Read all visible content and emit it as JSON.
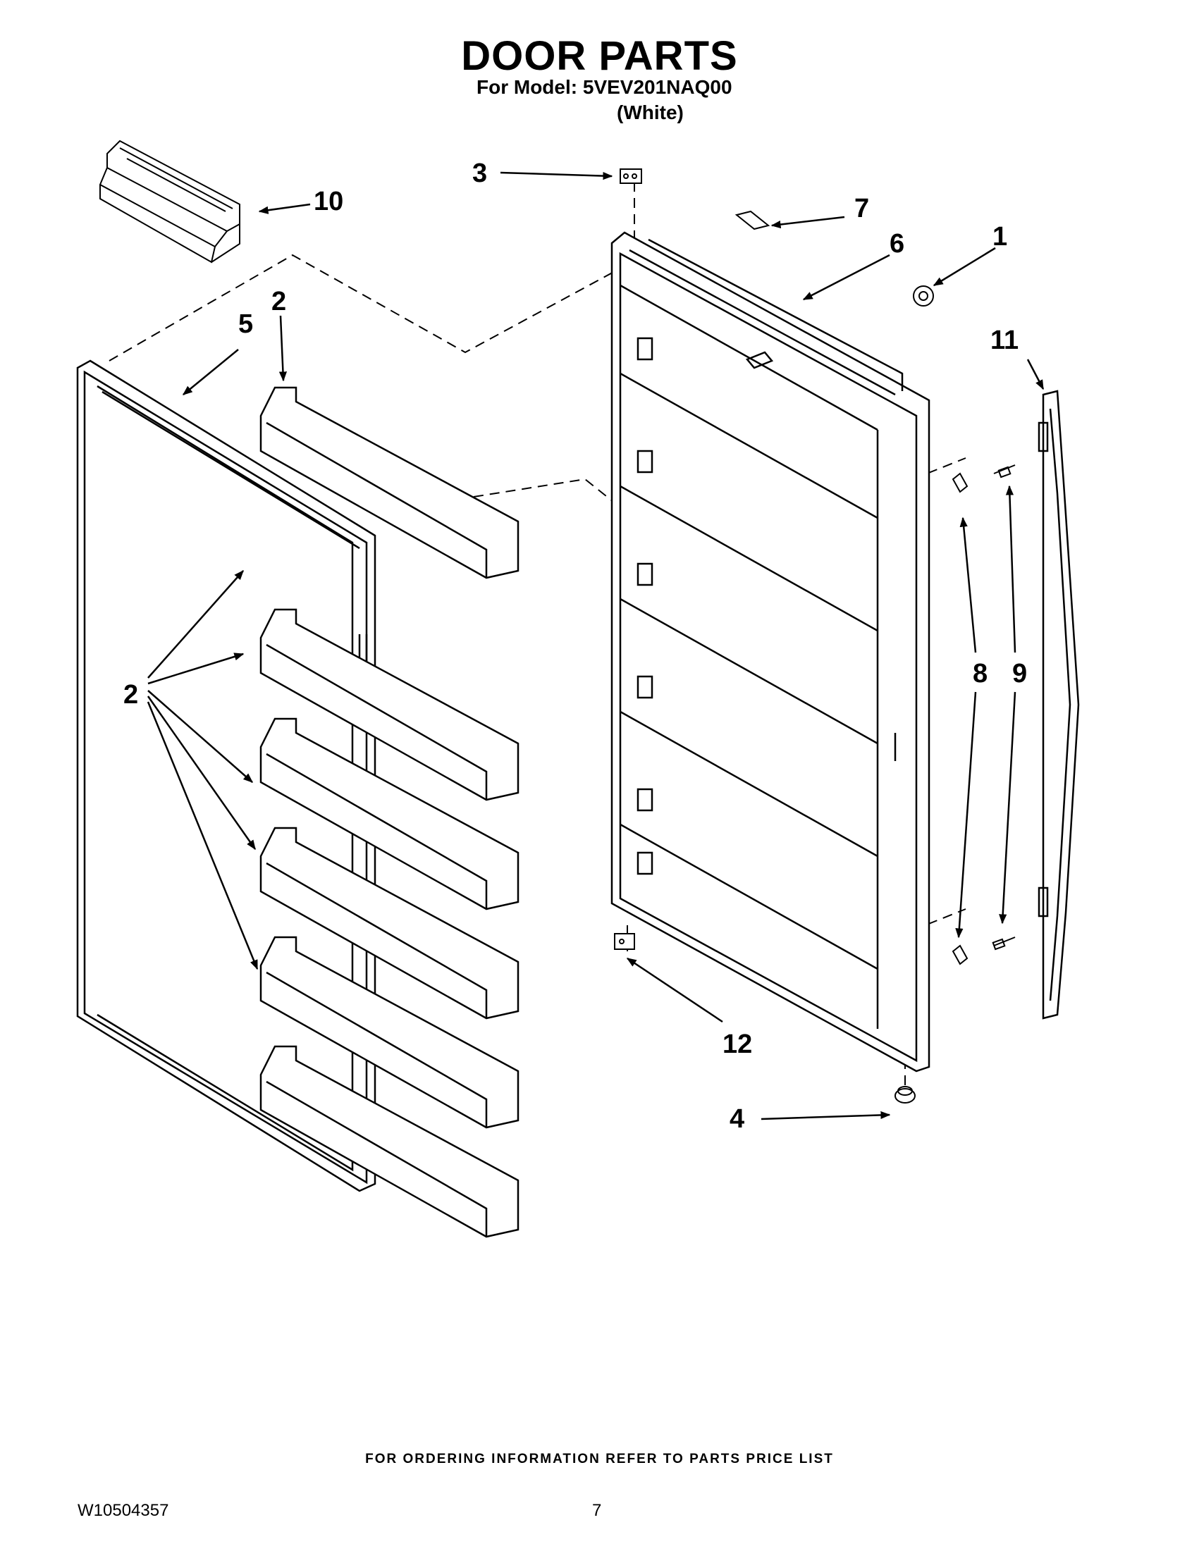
{
  "header": {
    "title": "DOOR PARTS",
    "model_line": "For Model: 5VEV201NAQ00",
    "color_line": "(White)"
  },
  "callouts": [
    "1",
    "2",
    "3",
    "4",
    "5",
    "6",
    "7",
    "8",
    "9",
    "10",
    "11",
    "12"
  ],
  "footer": {
    "ordering_note": "FOR ORDERING INFORMATION REFER TO PARTS PRICE LIST",
    "document_number": "W10504357",
    "page_number": "7"
  }
}
